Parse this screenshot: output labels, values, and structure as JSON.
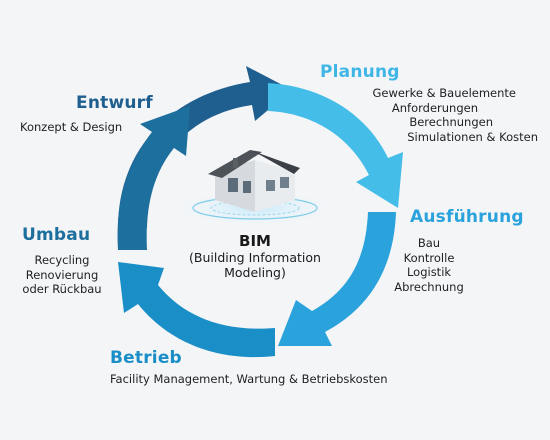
{
  "colors": {
    "entwurf": "#1f5f8f",
    "planung": "#3fb6e6",
    "ausfuehrung": "#2aa2dc",
    "betrieb": "#1a8ec6",
    "umbau": "#1d6f9e",
    "ring_light": "#4cc2ee",
    "ring_dark": "#1b5c8a"
  },
  "center": {
    "title": "BIM",
    "subtitle_lines": [
      "(Building Information",
      "Modeling)"
    ],
    "house_icon": "house-icon"
  },
  "phases": {
    "entwurf": {
      "title": "Entwurf",
      "items": [
        "Konzept & Design"
      ]
    },
    "planung": {
      "title": "Planung",
      "items": [
        "Gewerke & Bauelemente",
        "Anforderungen",
        "Berechnungen",
        "Simulationen & Kosten"
      ]
    },
    "ausfuehrung": {
      "title": "Ausführung",
      "items": [
        "Bau",
        "Kontrolle",
        "Logistik",
        "Abrechnung"
      ]
    },
    "betrieb": {
      "title": "Betrieb",
      "items": [
        "Facility Management, Wartung & Betriebskosten"
      ]
    },
    "umbau": {
      "title": "Umbau",
      "items": [
        "Recycling",
        "Renovierung",
        "oder Rückbau"
      ]
    }
  }
}
